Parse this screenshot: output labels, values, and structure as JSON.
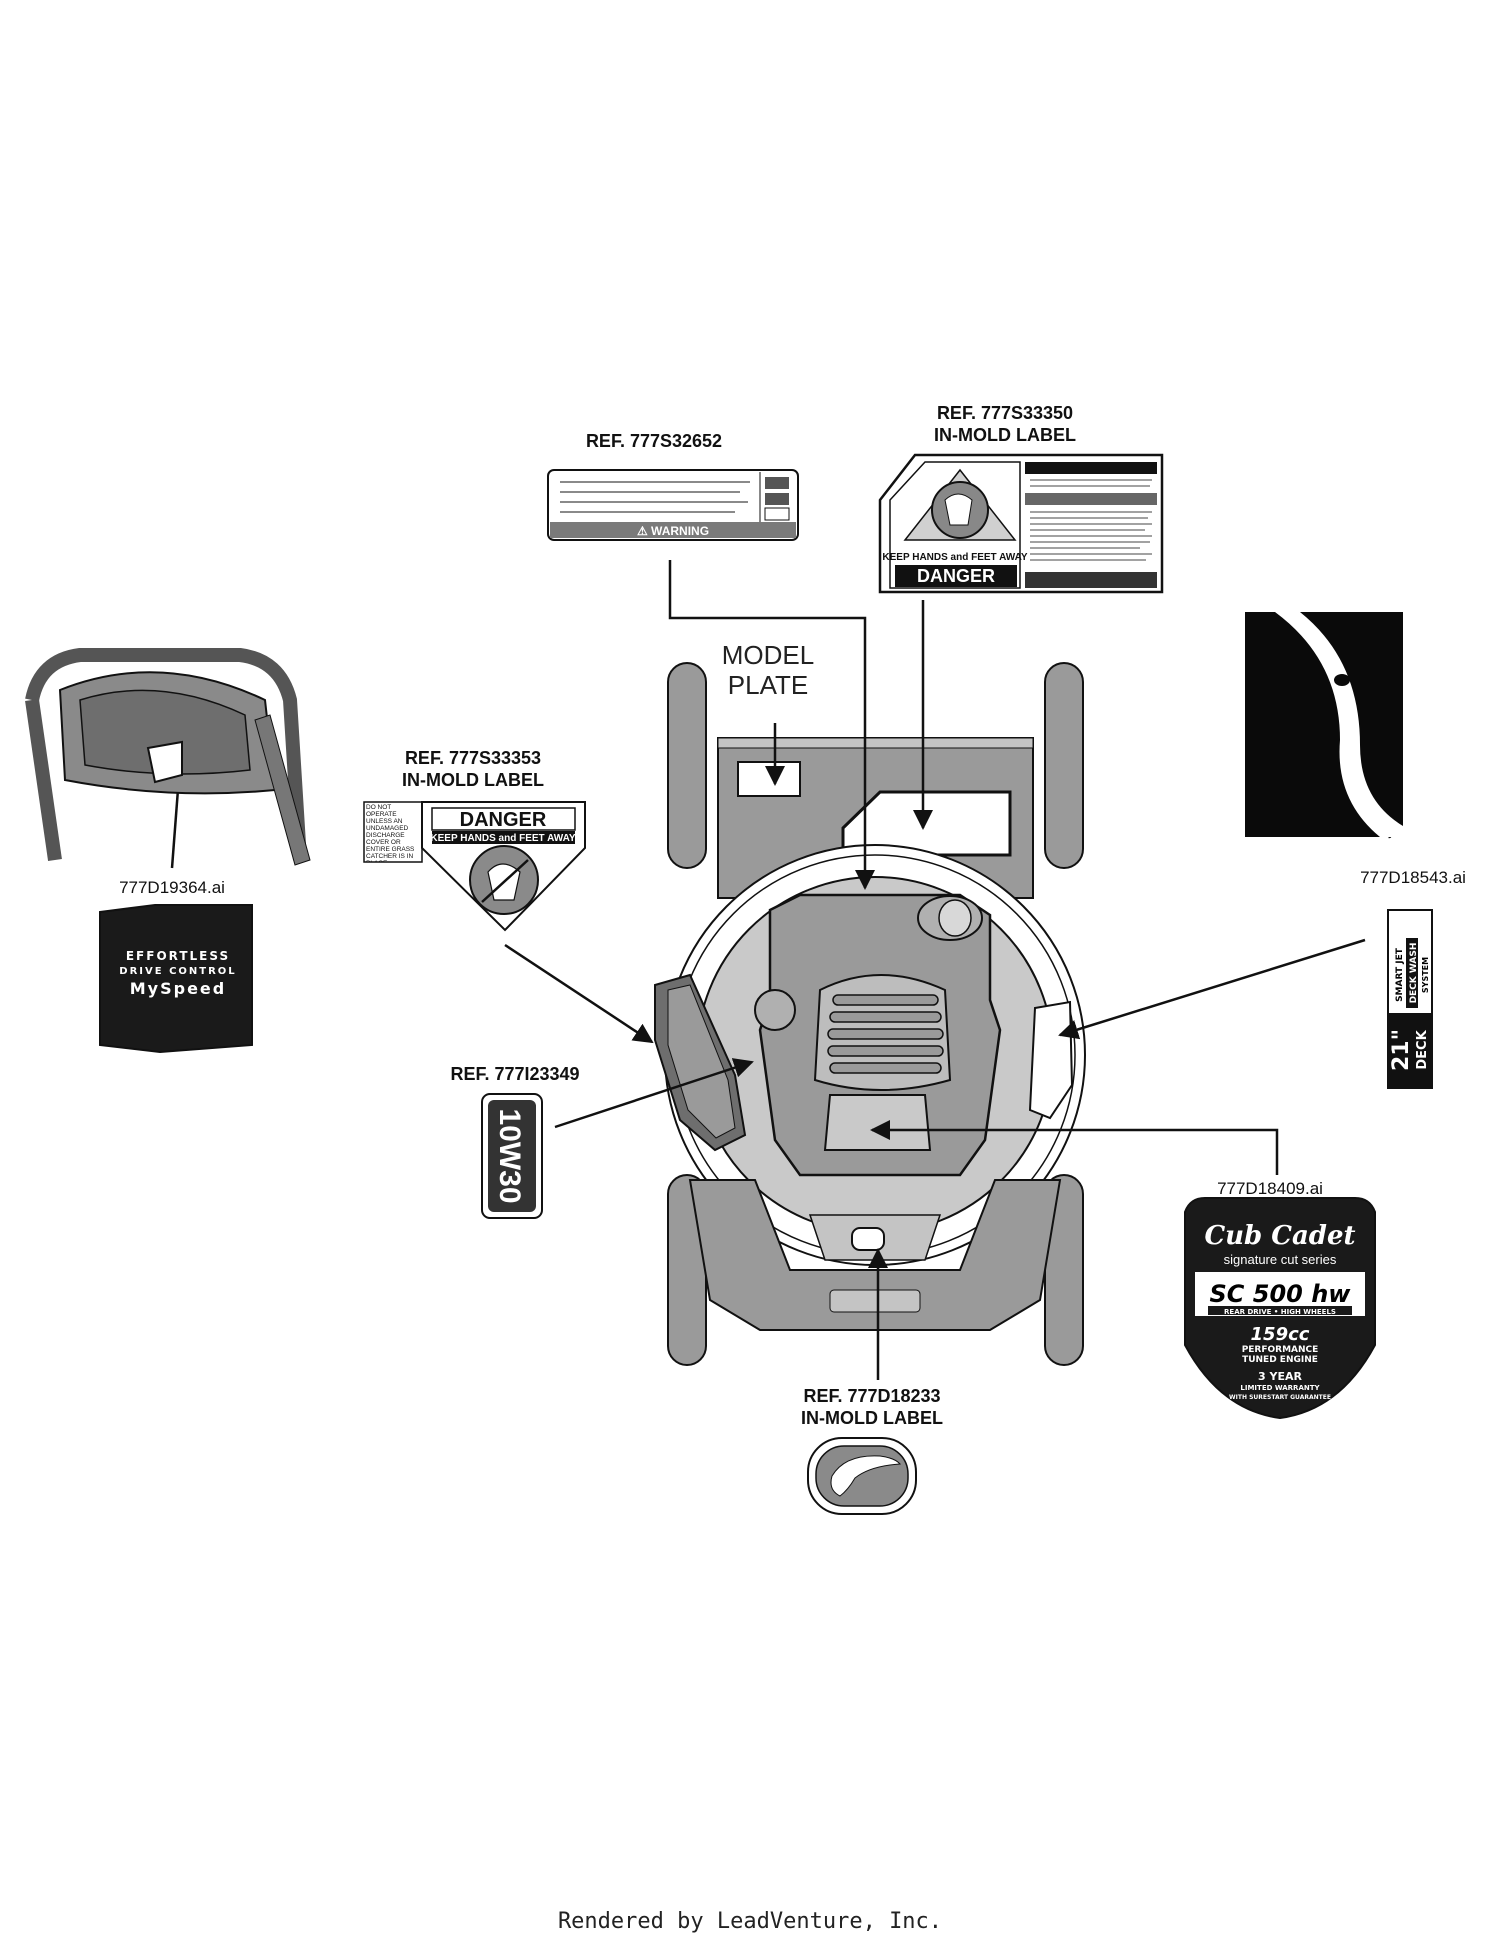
{
  "callouts": {
    "warning_label_ref": "REF. 777S32652",
    "deck_label_ref": "REF. 777S33350",
    "deck_label_type": "IN-MOLD LABEL",
    "chute_label_ref": "REF. 777S33353",
    "chute_label_type": "IN-MOLD LABEL",
    "model_plate_line1": "MODEL",
    "model_plate_line2": "PLATE",
    "handle_label_file": "777D19364.ai",
    "side_label_file": "777D18543.ai",
    "oil_label_ref": "REF. 777I23349",
    "engine_label_file": "777D18409.ai",
    "logo_label_ref": "REF. 777D18233",
    "logo_label_type": "IN-MOLD LABEL"
  },
  "decals": {
    "warning_header": "⚠ WARNING",
    "danger_header": "DANGER",
    "danger_sub": "KEEP HANDS and FEET AWAY",
    "chute_danger_side_text": "DO NOT OPERATE UNLESS AN UNDAMAGED DISCHARGE COVER OR ENTIRE GRASS CATCHER IS IN PLACE.",
    "oil_text": "10W30",
    "mydrive_line1": "EFFORTLESS",
    "mydrive_line2": "DRIVE CONTROL",
    "mydrive_line3": "MySpeed",
    "deck_line1": "SMART JET",
    "deck_line2": "DECK WASH",
    "deck_line3": "SYSTEM",
    "deck_size": "21\"",
    "deck_word": "DECK",
    "brand": "Cub Cadet",
    "series": "signature cut series",
    "model": "SC 500 hw",
    "model_sub": "REAR DRIVE • HIGH WHEELS",
    "engine_cc": "159cc",
    "engine_line1": "PERFORMANCE",
    "engine_line2": "TUNED ENGINE",
    "warranty_line1": "3 YEAR",
    "warranty_line2": "LIMITED WARRANTY",
    "warranty_line3": "WITH SURESTART GUARANTEE"
  },
  "footer": {
    "rendered_by": "Rendered by LeadVenture, Inc."
  },
  "colors": {
    "line": "#111111",
    "mower_fill": "#9a9a9a",
    "mower_dark": "#6e6e6e",
    "mower_light": "#c4c4c4",
    "decal_dark": "#1a1a1a",
    "paper": "#ffffff"
  }
}
